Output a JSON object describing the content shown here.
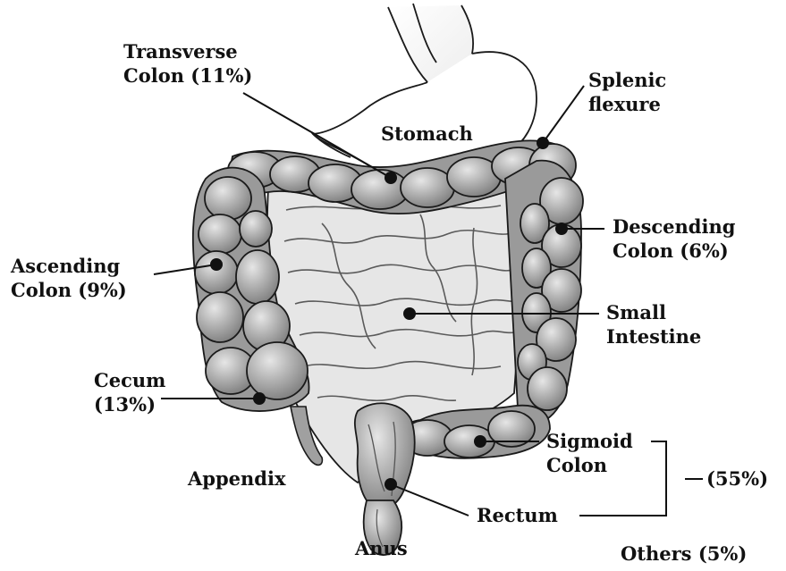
{
  "colors": {
    "organ_fill": "#a6a6a6",
    "organ_highlight": "#d8d8d8",
    "organ_shadow": "#7d7d7d",
    "outline": "#1a1a1a",
    "small_intestine_fill": "#e4e4e4",
    "label_text": "#111111"
  },
  "labels": {
    "transverse": {
      "line1": "Transverse",
      "line2": "Colon (11%)"
    },
    "splenic": {
      "line1": "Splenic",
      "line2": "flexure"
    },
    "stomach": {
      "line1": "Stomach"
    },
    "descending": {
      "line1": "Descending",
      "line2": "Colon (6%)"
    },
    "ascending": {
      "line1": "Ascending",
      "line2": "Colon (9%)"
    },
    "small_intestine": {
      "line1": "Small",
      "line2": "Intestine"
    },
    "cecum": {
      "line1": "Cecum",
      "line2": "(13%)"
    },
    "sigmoid": {
      "line1": "Sigmoid",
      "line2": "Colon"
    },
    "group_percent": "(55%)",
    "appendix": {
      "line1": "Appendix"
    },
    "rectum": {
      "line1": "Rectum"
    },
    "anus": {
      "line1": "Anus"
    },
    "others": {
      "line1": "Others (5%)"
    }
  }
}
